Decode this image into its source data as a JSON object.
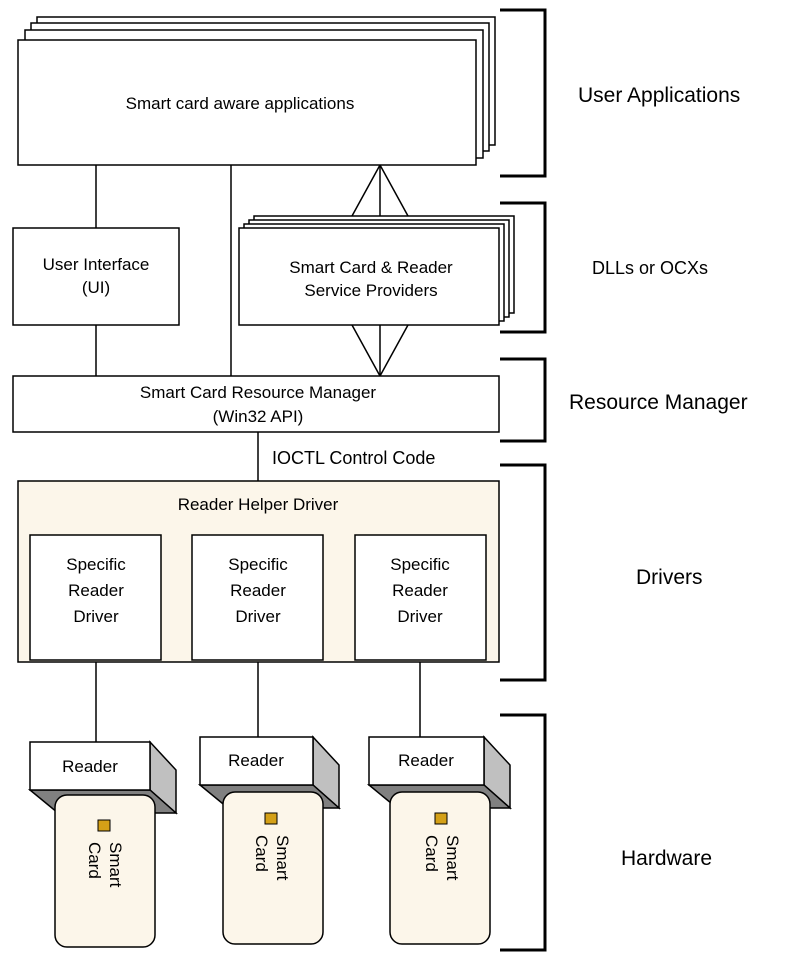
{
  "layers": {
    "user_applications": "User Applications",
    "dlls": "DLLs or OCXs",
    "resource_manager": "Resource Manager",
    "drivers": "Drivers",
    "hardware": "Hardware"
  },
  "apps": {
    "label": "Smart card aware applications"
  },
  "ui_box": {
    "line1": "User Interface",
    "line2": "(UI)"
  },
  "service_providers": {
    "line1": "Smart Card & Reader",
    "line2": "Service Providers"
  },
  "resource_manager_box": {
    "line1": "Smart Card Resource Manager",
    "line2": "(Win32 API)"
  },
  "ioctl_label": "IOCTL Control Code",
  "helper_driver": {
    "title": "Reader Helper Driver",
    "drivers": [
      {
        "line1": "Specific",
        "line2": "Reader",
        "line3": "Driver"
      },
      {
        "line1": "Specific",
        "line2": "Reader",
        "line3": "Driver"
      },
      {
        "line1": "Specific",
        "line2": "Reader",
        "line3": "Driver"
      }
    ]
  },
  "readers": [
    {
      "label": "Reader",
      "card_line1": "Smart",
      "card_line2": "Card"
    },
    {
      "label": "Reader",
      "card_line1": "Smart",
      "card_line2": "Card"
    },
    {
      "label": "Reader",
      "card_line1": "Smart",
      "card_line2": "Card"
    }
  ]
}
